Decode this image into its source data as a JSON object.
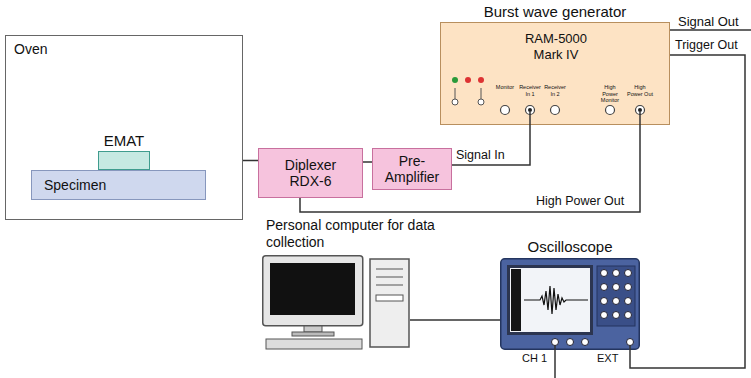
{
  "diagram": {
    "nodes": [
      {
        "text": [
          "Oven"
        ]
      },
      {
        "text": [
          "EMAT"
        ],
        "in": 0
      },
      {
        "text": [
          "Specimen"
        ],
        "in": 0
      },
      {
        "text": [
          "Diplexer RDX-6"
        ]
      },
      {
        "text": [
          "Pre- Amplifier"
        ]
      },
      {
        "text": [
          "Burst wave generator",
          "RAM-5000 Mark IV"
        ]
      },
      {
        "text": [
          "Personal computer for data collection"
        ]
      },
      {
        "text": [
          "Oscilloscope"
        ]
      }
    ],
    "edges": [
      {
        "from": 1,
        "to": 3,
        "arrow": "none"
      },
      {
        "from": 3,
        "to": 4,
        "arrow": "none"
      },
      {
        "from": 4,
        "to": 5,
        "label": "Signal In",
        "arrow": "none"
      },
      {
        "from": 5,
        "to": 3,
        "label": "High Power Out",
        "arrow": "none"
      },
      {
        "from": 6,
        "to": 7,
        "arrow": "none"
      },
      {
        "from": 5,
        "to": 7,
        "label": "Trigger Out",
        "arrow": "none"
      }
    ],
    "labels": [
      "Signal Out",
      "Monitor",
      "Receiver In 1",
      "Receiver In 2",
      "High Power Monitor",
      "High Power Out",
      "CH 1",
      "EXT"
    ]
  }
}
